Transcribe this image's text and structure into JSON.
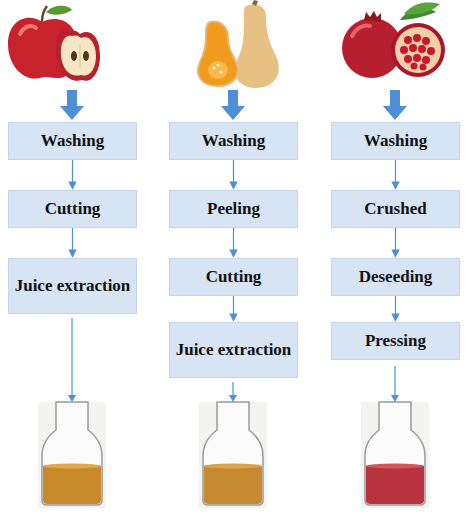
{
  "diagram": {
    "nodes": [
      {
        "text": [
          "Washing"
        ]
      },
      {
        "text": [
          "Cutting"
        ]
      },
      {
        "text": [
          "Juice extraction"
        ]
      },
      {
        "text": [
          "Washing"
        ]
      },
      {
        "text": [
          "Peeling"
        ]
      },
      {
        "text": [
          "Cutting"
        ]
      },
      {
        "text": [
          "Juice extraction"
        ]
      },
      {
        "text": [
          "Washing"
        ]
      },
      {
        "text": [
          "Crushed"
        ]
      },
      {
        "text": [
          "Deseeding"
        ]
      },
      {
        "text": [
          "Pressing"
        ]
      }
    ],
    "edges": [
      {
        "from": 0,
        "to": 1,
        "arrow": "to"
      },
      {
        "from": 1,
        "to": 2,
        "arrow": "to"
      },
      {
        "from": 3,
        "to": 4,
        "arrow": "to"
      },
      {
        "from": 4,
        "to": 5,
        "arrow": "to"
      },
      {
        "from": 5,
        "to": 6,
        "arrow": "to"
      },
      {
        "from": 7,
        "to": 8,
        "arrow": "to"
      },
      {
        "from": 8,
        "to": 9,
        "arrow": "to"
      },
      {
        "from": 9,
        "to": 10,
        "arrow": "to"
      }
    ]
  }
}
